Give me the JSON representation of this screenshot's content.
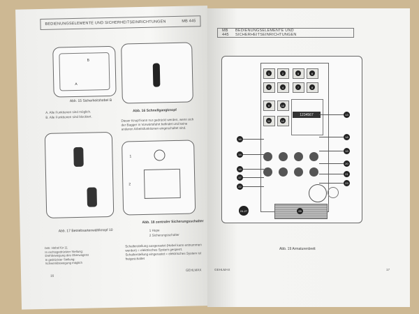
{
  "left_page": {
    "header_title": "BEDIENUNGSELEMENTE UND SICHERHEITSEINRICHTUNGEN",
    "header_model": "MB 445",
    "fig15": {
      "caption": "Abb. 15  Sicherheitshebel B",
      "labels": [
        "A",
        "B"
      ],
      "notes": [
        "A. Alle Funktionen sind möglich.",
        "B. Alle Funktionen sind blockiert."
      ]
    },
    "fig16": {
      "caption": "Abb. 16  Schnellgangknopf",
      "text": "Dieser Knopf kann nur gedrückt werden, wenn sich der Bagger in Vorwärtsfahrt befindet und keine anderen Arbeitsfunktionen eingeschaltet sind."
    },
    "fig17": {
      "caption": "Abb. 17  Betriebsartenwählknopf 10",
      "text": [
        "betr. Hebel für 11",
        "In rechtsgedrückter Stellung:",
        "Drehbewegung des Oberwagens",
        "In gedrückter Stellung:",
        "Schwenkbewegung möglich"
      ]
    },
    "fig18": {
      "caption": "Abb. 18  zentraler Sicherungsschalter",
      "labels": [
        "1",
        "2"
      ],
      "items": [
        "1  Hupe",
        "2  Sicherungsschalter"
      ],
      "text": "Schalterstellung ausgerastet (Hebel kann entnommen werden) = elektrisches System gesperrt. Schalterstellung eingerastet = elektrisches System ist freigeschaltet"
    },
    "page_number": "16",
    "brand": "GEHLMAX"
  },
  "right_page": {
    "header_model": "MB 445",
    "header_title": "BEDIENUNGSELEMENTE UND SICHERHEITSEINRICHTUNGEN",
    "buttons": [
      "1",
      "2",
      "3",
      "4",
      "5",
      "6",
      "7",
      "8",
      "9",
      "10",
      "11",
      "12"
    ],
    "display": "1234567",
    "callouts_left": [
      "16",
      "14",
      "15",
      "17",
      "22"
    ],
    "callouts_right": [
      "13",
      "18",
      "19",
      "20",
      "21",
      "23"
    ],
    "callout_plate": "24-27",
    "plate_label": "25",
    "caption": "Abb. 19  Armaturenbrett",
    "brand": "GEHLMAX",
    "page_number": "17"
  }
}
